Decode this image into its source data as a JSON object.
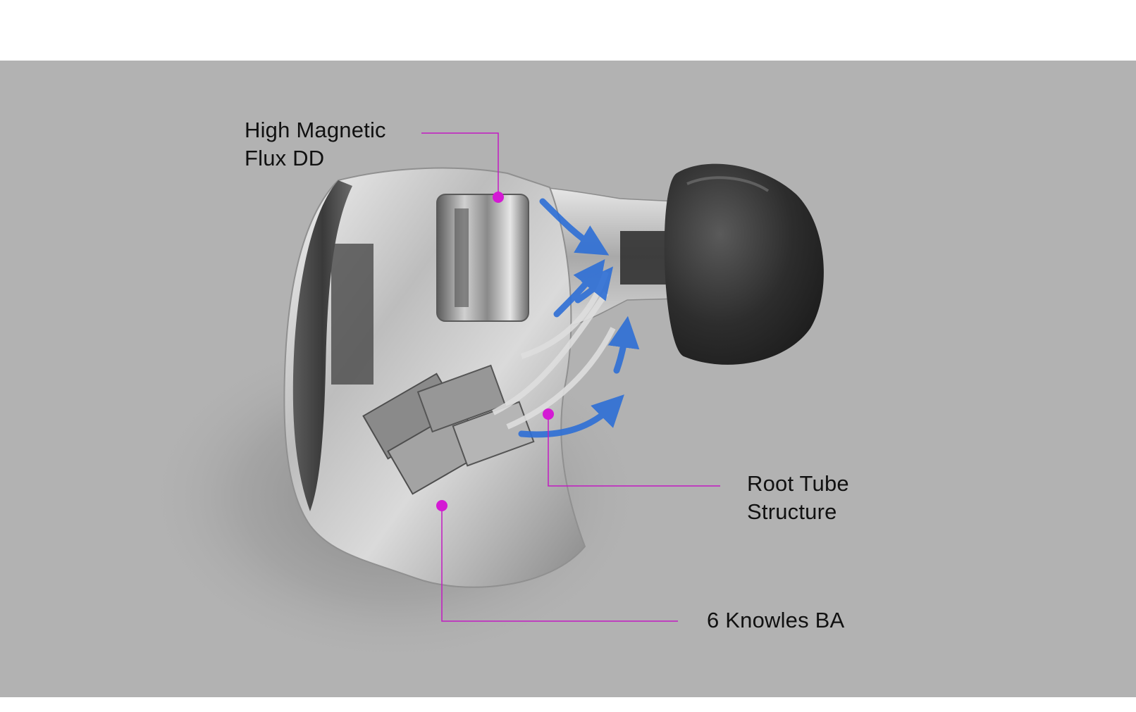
{
  "labels": {
    "dd": {
      "line1": "High Magnetic",
      "line2": "Flux DD",
      "marker_color": "#d41ad4"
    },
    "root_tube": {
      "line1": "Root Tube",
      "line2": "Structure",
      "marker_color": "#d41ad4"
    },
    "ba": {
      "line1": "6 Knowles BA",
      "marker_color": "#d41ad4"
    }
  },
  "colors": {
    "background": "#b2b2b2",
    "leader_line": "#c21bc2",
    "airflow_arrow": "#2e6fd6",
    "eartip": "#333333"
  },
  "icons": {
    "airflow": "curved-arrow"
  }
}
